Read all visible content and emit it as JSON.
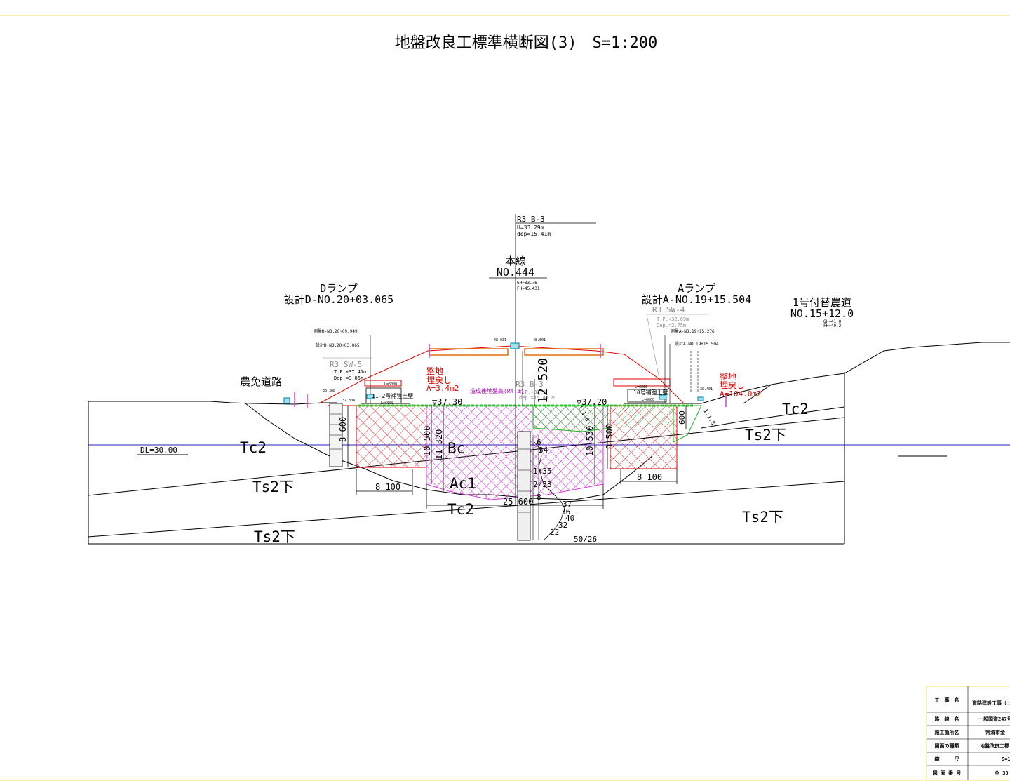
{
  "title": "地盤改良工標準横断図(3)　S=1:200",
  "borehole": {
    "name": "R3 B-3",
    "h": "H=33.29m",
    "dep": "dep=15.41m"
  },
  "mainline": {
    "name": "本線",
    "no": "NO.444",
    "gh": "GH=33.76",
    "fh": "FH=45.431"
  },
  "d_ramp": {
    "name": "Dランプ",
    "design": "設計D-NO.20+03.065",
    "survey": "測量D-NO.20+09.949",
    "design2": "設計D-NO.20+03.065"
  },
  "a_ramp": {
    "name": "Aランプ",
    "design": "設計A-NO.19+15.504",
    "survey": "測量A-NO.19+15.276",
    "design2": "設計A-NO.19+15.504"
  },
  "farm_road": {
    "name": "1号付替農道",
    "no": "NO.15+12.0",
    "gh": "GH=41.0",
    "fh": "FH=40.2"
  },
  "left_road": "農免道路",
  "sw5": {
    "name": "R3 SW-5",
    "tp": "T.P.+37.41m",
    "dep": "Dep.=9.05m"
  },
  "sw4": {
    "name": "R3 SW-4",
    "tp": "T.P.+32.69m",
    "dep": "Dep.=2.75m"
  },
  "b3_inner": {
    "name": "R3 B-3",
    "tp": "T.P.+32.9",
    "dep": "dep =15.41 m"
  },
  "left_fill": {
    "l1": "整地",
    "l2": "埋戻し",
    "area": "A=3.4m2"
  },
  "right_fill": {
    "l1": "整地",
    "l2": "埋戻し",
    "area": "A=104.0m2"
  },
  "wall_left": "11-2号補強土壁",
  "wall_right": "10号補強土壁",
  "wall_l6000": "L=6000",
  "wall_l6000b": "L=6000",
  "wall_l6000c": "L=6000",
  "wall_l6000d": "L=6000",
  "ground_after": "造成後地盤高(R4.3)",
  "level_left": "▽37.30",
  "level_right": "▽37.20",
  "dl": "DL=30.00",
  "soils": {
    "tc2_left": "Tc2",
    "tc2_right": "Tc2",
    "tc2_bottom": "Tc2",
    "ts2_left1": "Ts2下",
    "ts2_left2": "Ts2下",
    "ts2_right1": "Ts2下",
    "ts2_right2": "Ts2下",
    "bc": "Bc",
    "ac1": "Ac1"
  },
  "dims": {
    "d8600": "8 600",
    "d10500": "10 500",
    "d11320": "11 320",
    "d12520": "12 520",
    "d10530": "10 530",
    "d9500": "9 500",
    "d600": "600",
    "d8100l": "8 100",
    "d8100r": "8 100",
    "d25600": "25 600",
    "slope": "1:1.8",
    "slope2": "1:1.8"
  },
  "nvalues": [
    "6",
    "34",
    "1/35",
    "2/33",
    "8",
    "37",
    "36",
    "40",
    "32",
    "22",
    "50/26"
  ],
  "elevs": {
    "e1": "48.031",
    "e2": "48.601",
    "e3": "38.388",
    "e4": "37.304",
    "e5": "38.401"
  },
  "titleblock": {
    "rows": [
      {
        "label": "工　事　名",
        "value": "道路建設工事（土"
      },
      {
        "label": "路　線　名",
        "value": "一般国道247号"
      },
      {
        "label": "施工箇所名",
        "value": "常滑市金"
      },
      {
        "label": "図面の種類",
        "value": "地盤改良工標"
      },
      {
        "label": "縮　　　尺",
        "value": "S=1"
      },
      {
        "label": "図 面 番 号",
        "value": "全 30"
      }
    ]
  },
  "colors": {
    "section_red": "#e00000",
    "hatch_magenta": "#d040d0",
    "hatch_green": "#20b020",
    "dl_blue": "#2020c0",
    "border_yellow": "#f0e060"
  }
}
